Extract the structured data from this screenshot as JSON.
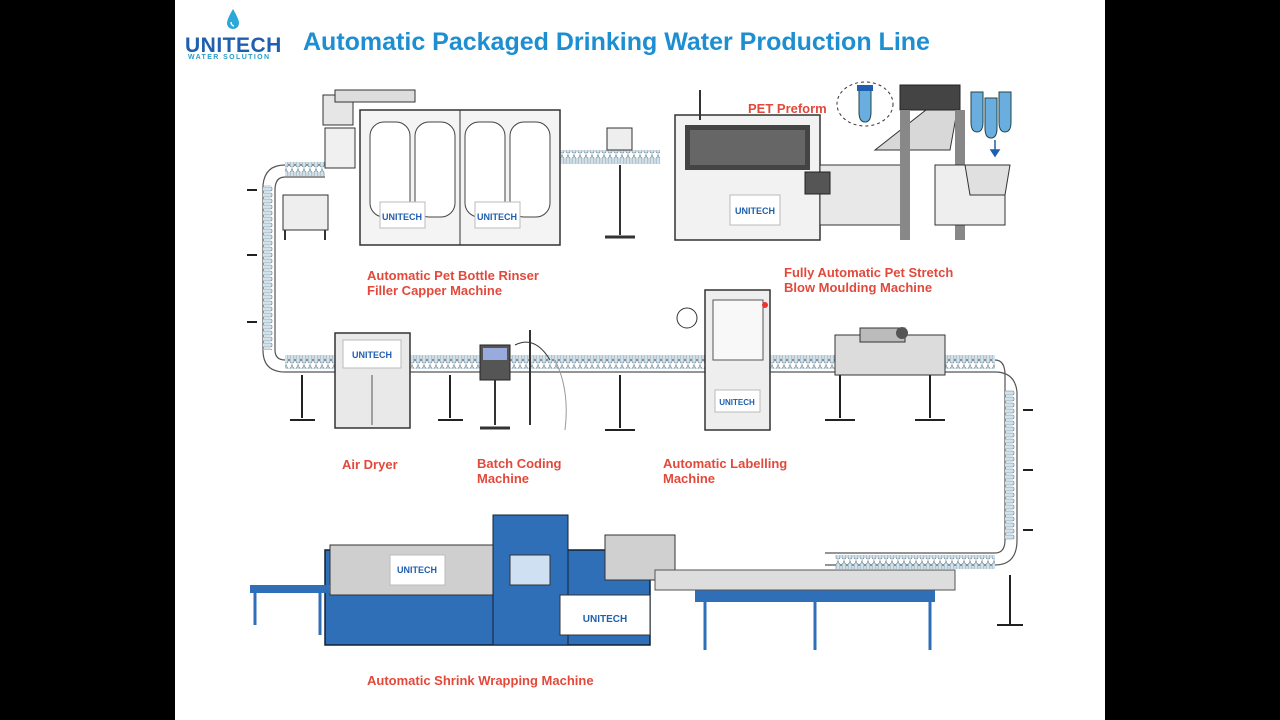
{
  "title": "Automatic Packaged Drinking Water Production Line",
  "brand": {
    "name": "UNITECH",
    "tagline": "WATER SOLUTION",
    "color_primary": "#1f5fae",
    "color_accent": "#28a0c8"
  },
  "label_color": "#e2493b",
  "title_color": "#1d8ed1",
  "stations": [
    {
      "line1": "PET Preform",
      "line2": ""
    },
    {
      "line1": "Automatic Pet Bottle Rinser",
      "line2": "Filler Capper Machine"
    },
    {
      "line1": "Fully Automatic Pet Stretch",
      "line2": "Blow Moulding Machine"
    },
    {
      "line1": "Air Dryer",
      "line2": ""
    },
    {
      "line1": "Batch Coding",
      "line2": "Machine"
    },
    {
      "line1": "Automatic Labelling",
      "line2": "Machine"
    },
    {
      "line1": "Automatic Shrink Wrapping Machine",
      "line2": ""
    }
  ],
  "icons": [
    "water-drop-icon",
    "bottle-preform-icon",
    "arrow-down-icon"
  ]
}
